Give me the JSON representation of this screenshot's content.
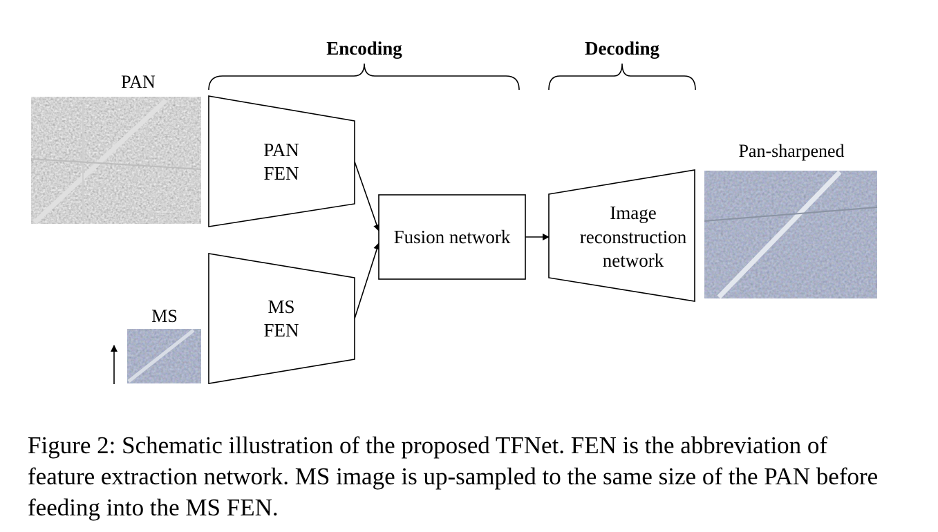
{
  "headers": {
    "encoding": "Encoding",
    "decoding": "Decoding"
  },
  "images": {
    "pan": "PAN",
    "ms": "MS",
    "output": "Pan-sharpened"
  },
  "blocks": {
    "pan_fen": [
      "PAN",
      "FEN"
    ],
    "ms_fen": [
      "MS",
      "FEN"
    ],
    "fusion": "Fusion network",
    "recon": [
      "Image",
      "reconstruction",
      "network"
    ]
  },
  "caption": "Figure 2: Schematic illustration of the proposed TFNet. FEN is the abbreviation of feature extraction network. MS image is up-sampled to the same size of the PAN before feeding into the MS FEN."
}
